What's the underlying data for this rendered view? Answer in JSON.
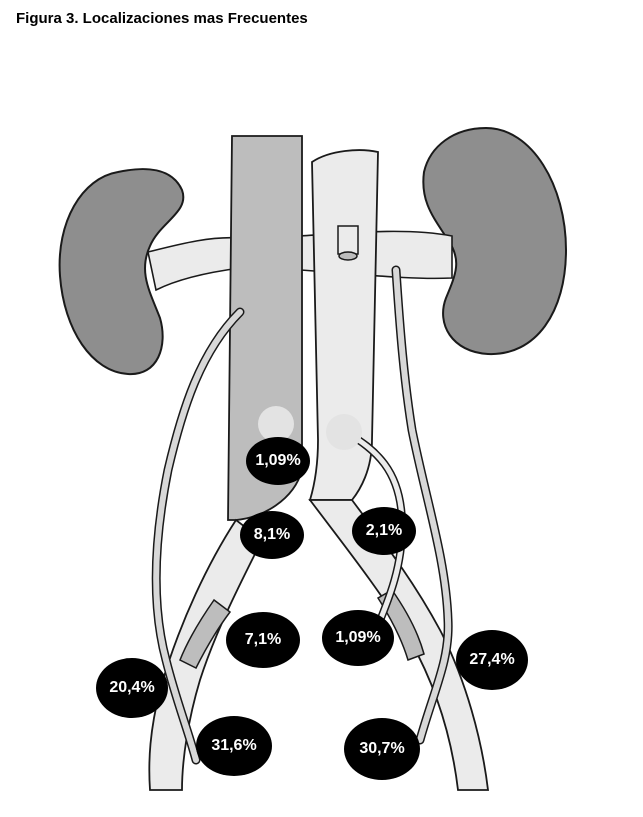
{
  "figure": {
    "title": "Figura 3. Localizaciones mas Frecuentes"
  },
  "colors": {
    "kidney": "#8e8e8e",
    "vessel_dark": "#bdbdbd",
    "vessel_light": "#ebebeb",
    "outline": "#1a1a1a",
    "badge": "#000000",
    "badge_text": "#ffffff"
  },
  "locations": [
    {
      "label": "1,09%"
    },
    {
      "label": "8,1%"
    },
    {
      "label": "2,1%"
    },
    {
      "label": "7,1%"
    },
    {
      "label": "1,09%"
    },
    {
      "label": "27,4%"
    },
    {
      "label": "20,4%"
    },
    {
      "label": "31,6%"
    },
    {
      "label": "30,7%"
    }
  ]
}
